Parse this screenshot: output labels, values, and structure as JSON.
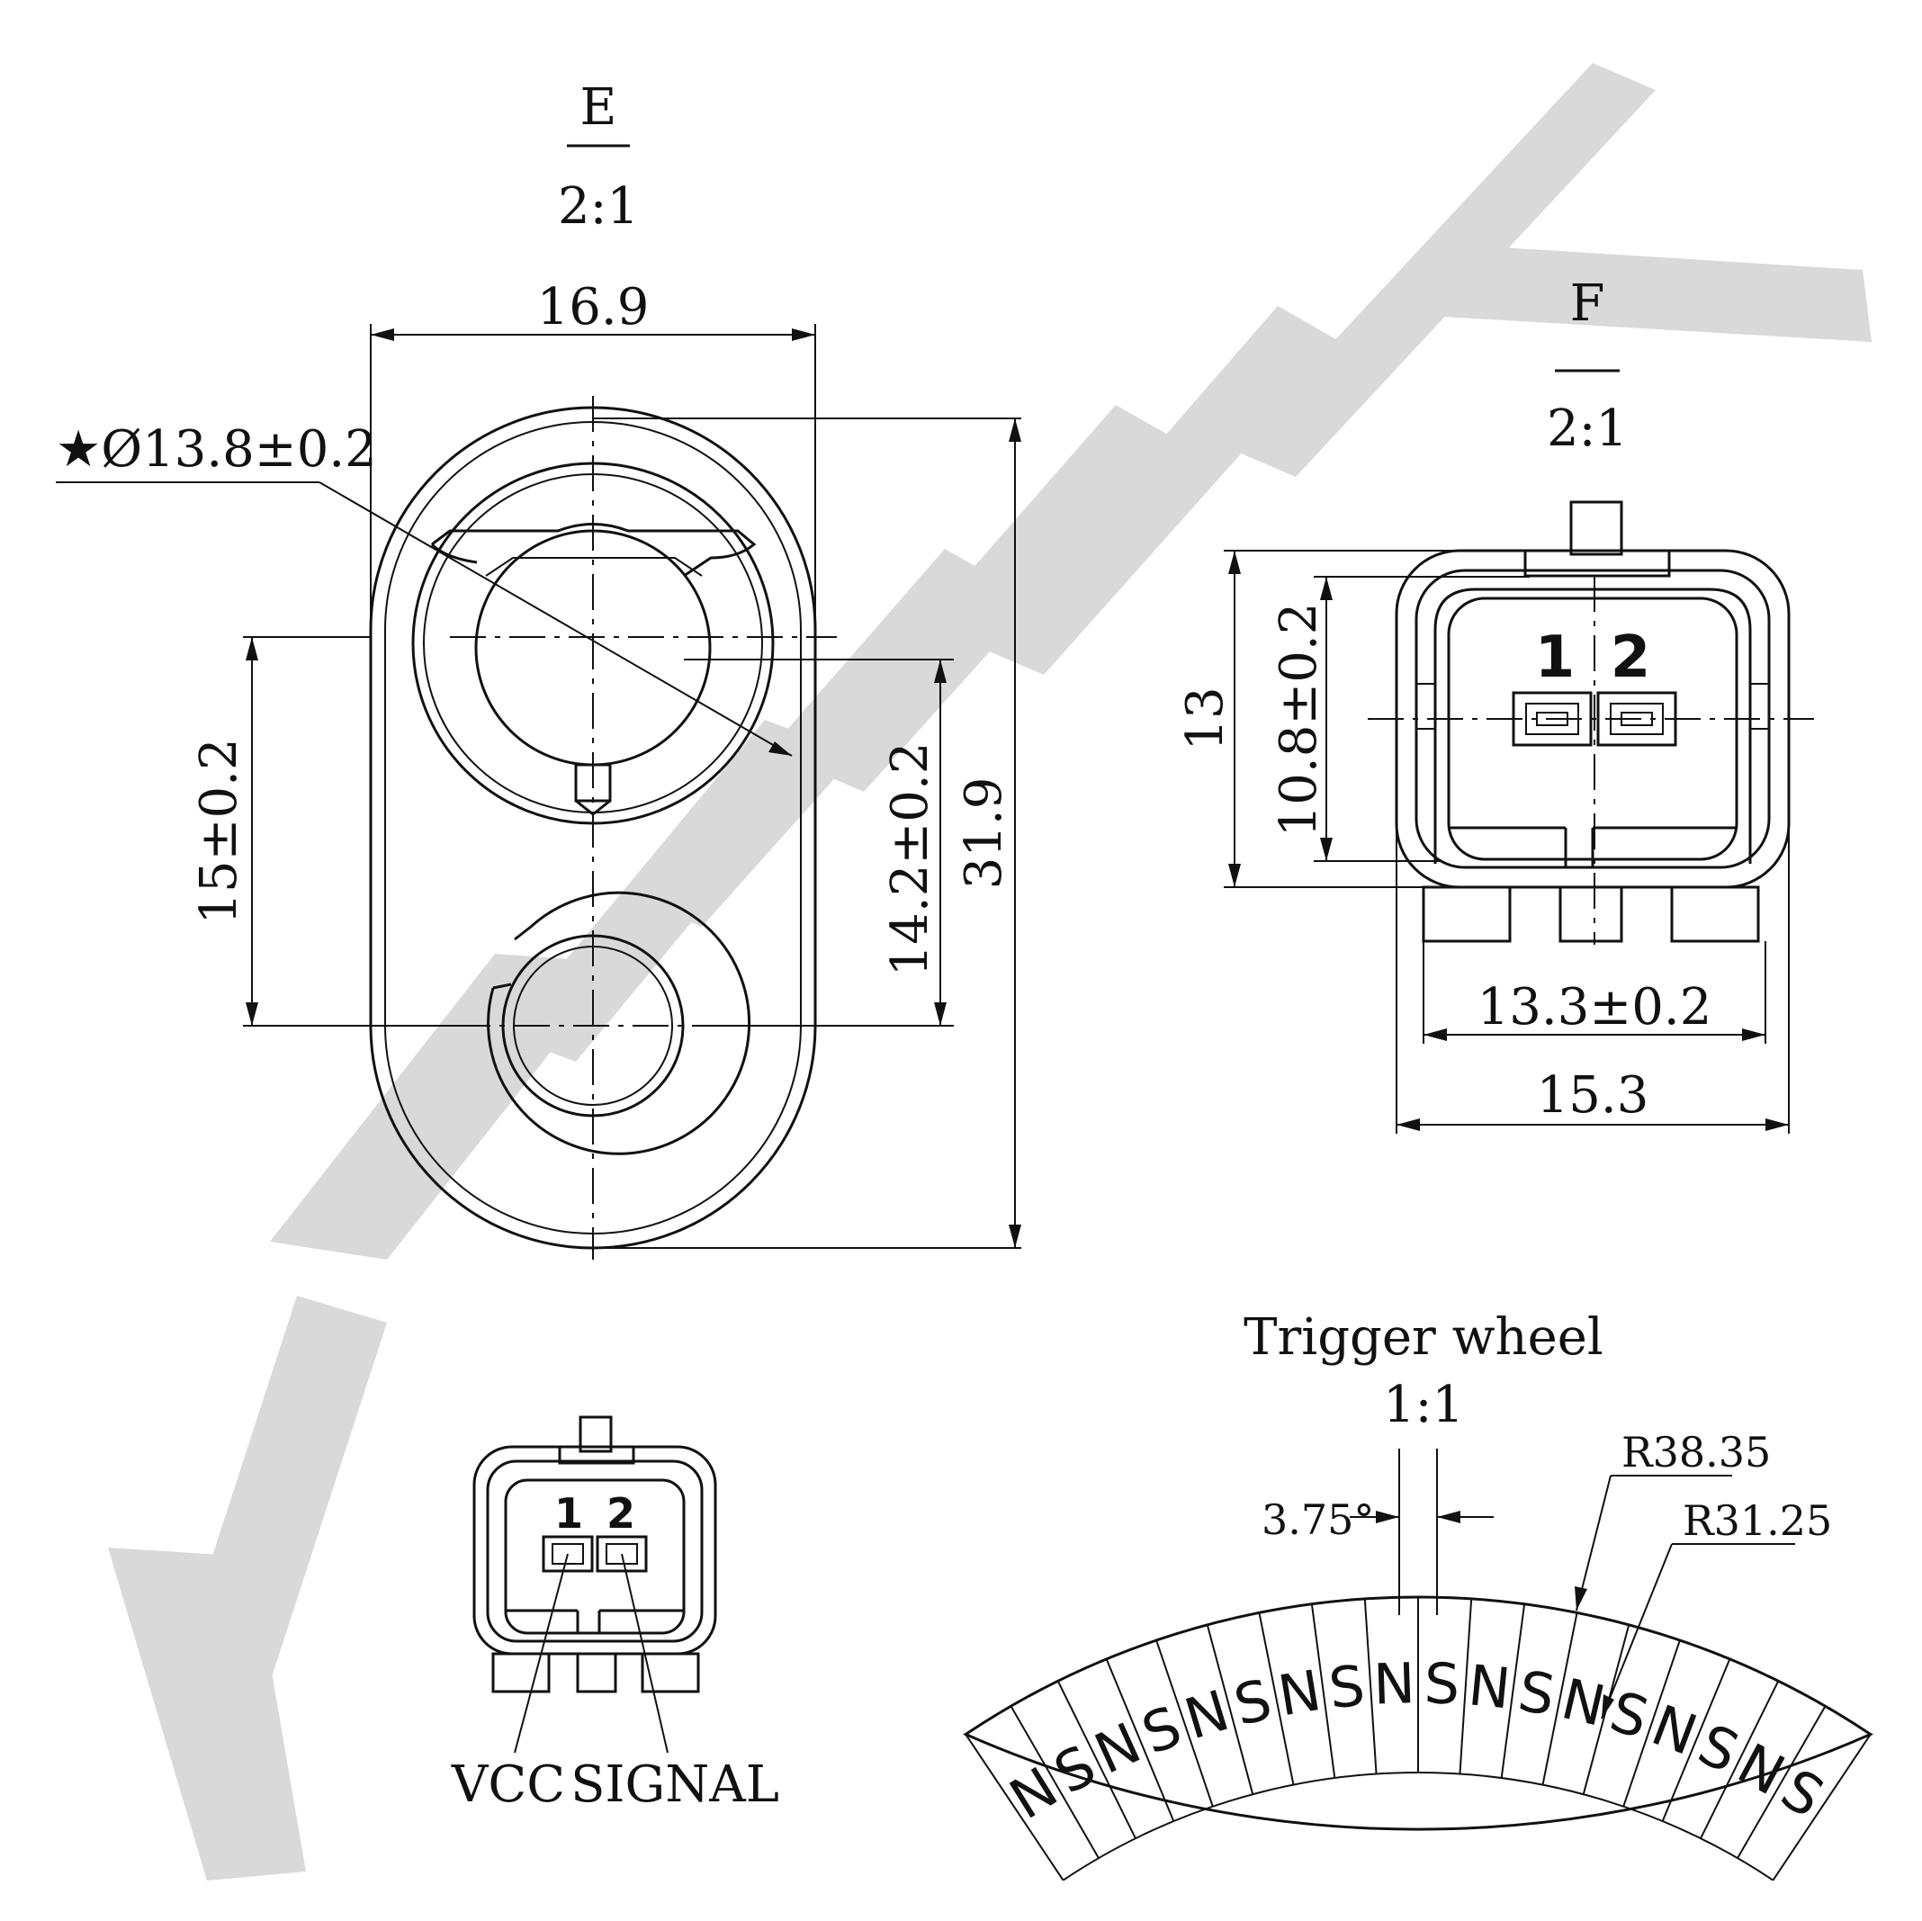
{
  "watermark": {
    "color": "#d9d9d9"
  },
  "view_e": {
    "label": "E",
    "scale": "2:1",
    "dims": {
      "width": "16.9",
      "diameter": "★Ø13.8±0.2",
      "bore_spacing": "15±0.2",
      "offset": "14.2±0.2",
      "length": "31.9"
    }
  },
  "view_f": {
    "label": "F",
    "scale": "2:1",
    "pins": [
      "1",
      "2"
    ],
    "dims": {
      "height_outer": "13",
      "height_inner": "10.8±0.2",
      "width_inner": "13.3±0.2",
      "width_outer": "15.3"
    }
  },
  "connector": {
    "pins": [
      "1",
      "2"
    ],
    "pin_labels": [
      "VCC",
      "SIGNAL"
    ]
  },
  "trigger_wheel": {
    "title": "Trigger wheel",
    "scale": "1:1",
    "angle": "3.75°",
    "outer_radius": "R38.35",
    "inner_radius": "R31.25",
    "poles": [
      "N",
      "S",
      "N",
      "S",
      "N",
      "S",
      "N",
      "S",
      "N",
      "S",
      "N",
      "S",
      "N",
      "S",
      "N",
      "S",
      "N",
      "S"
    ]
  }
}
